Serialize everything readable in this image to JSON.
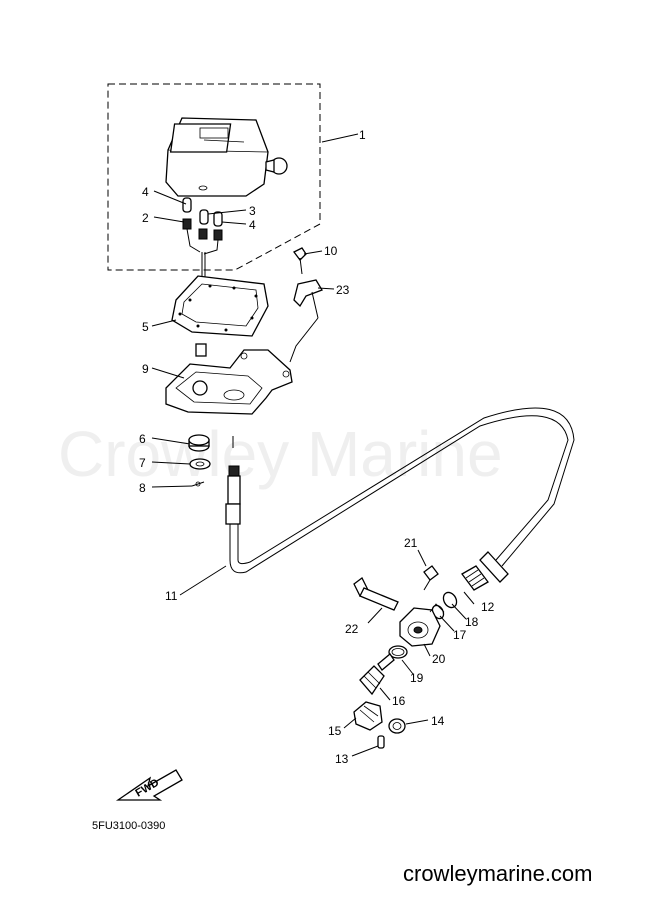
{
  "watermark": "Crowley Marine",
  "diagram_code": "5FU3100-0390",
  "website": "crowleymarine.com",
  "fwd_label": "FWD",
  "callouts": {
    "c1": "1",
    "c2": "2",
    "c3": "3",
    "c4a": "4",
    "c4b": "4",
    "c5": "5",
    "c6": "6",
    "c7": "7",
    "c8": "8",
    "c9": "9",
    "c10": "10",
    "c11": "11",
    "c12": "12",
    "c13": "13",
    "c14": "14",
    "c15": "15",
    "c16": "16",
    "c17": "17",
    "c18": "18",
    "c19": "19",
    "c20": "20",
    "c21": "21",
    "c22": "22",
    "c23": "23"
  }
}
